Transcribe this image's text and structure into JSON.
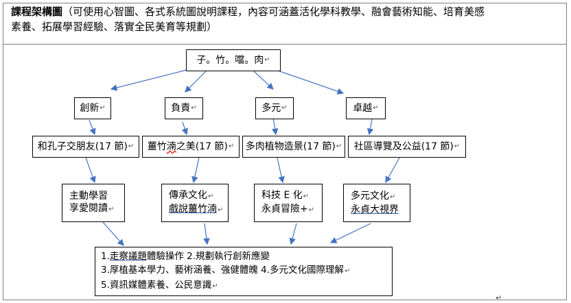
{
  "heading": {
    "title": "課程架構圖",
    "note_line1": "（可使用心智圖、各式系統圖說明課程，內容可涵蓋活化學科教學、融會藝術知能、培育美感",
    "note_line2": "素養、拓展學習經驗、落實全民美育等規劃）"
  },
  "root": {
    "label": "子。竹。噹。肉",
    "mark": "↵"
  },
  "values": [
    {
      "label": "創新",
      "mark": "↵"
    },
    {
      "label": "負責",
      "mark": "↵"
    },
    {
      "label": "多元",
      "mark": "↵"
    },
    {
      "label": "卓越",
      "mark": "↵"
    }
  ],
  "courses": [
    {
      "label": "和孔子交朋友(17 節)",
      "mark": "↵"
    },
    {
      "label": "",
      "label_a": "薑竹",
      "label_b": "湳",
      "label_c": "之美(17 節)",
      "mark": "↵"
    },
    {
      "label": "多肉植物造景(17 節)",
      "mark": "↵"
    },
    {
      "label": "社區導覽及公益(17 節)",
      "mark": "↵"
    }
  ],
  "outcomes": [
    {
      "line1": "主動學習",
      "line2": "享愛閱讀",
      "mark": "↵"
    },
    {
      "line1": "傳承文化",
      "line2": "戲說薑竹湳",
      "mark": "↵"
    },
    {
      "line1": "科技 E 化",
      "line2": "永貞冒險+",
      "mark": "↵"
    },
    {
      "line1": "多元文化",
      "line2": "永貞大視界",
      "mark": "↵"
    }
  ],
  "goals": {
    "line1_a": "1.",
    "line1_b": "走察議題",
    "line1_c": "體驗操作  2.規劃執行創新應變",
    "line2": "3.厚植基本學力、藝術涵養、強健體魄  4.多元文化國際理解",
    "line3": "5.資訊媒體素養、公民意識",
    "mark": "↵"
  },
  "page_mark": "↵",
  "colors": {
    "arrow": "#4472c4",
    "border": "#000000",
    "frame": "#7f7f7f"
  }
}
